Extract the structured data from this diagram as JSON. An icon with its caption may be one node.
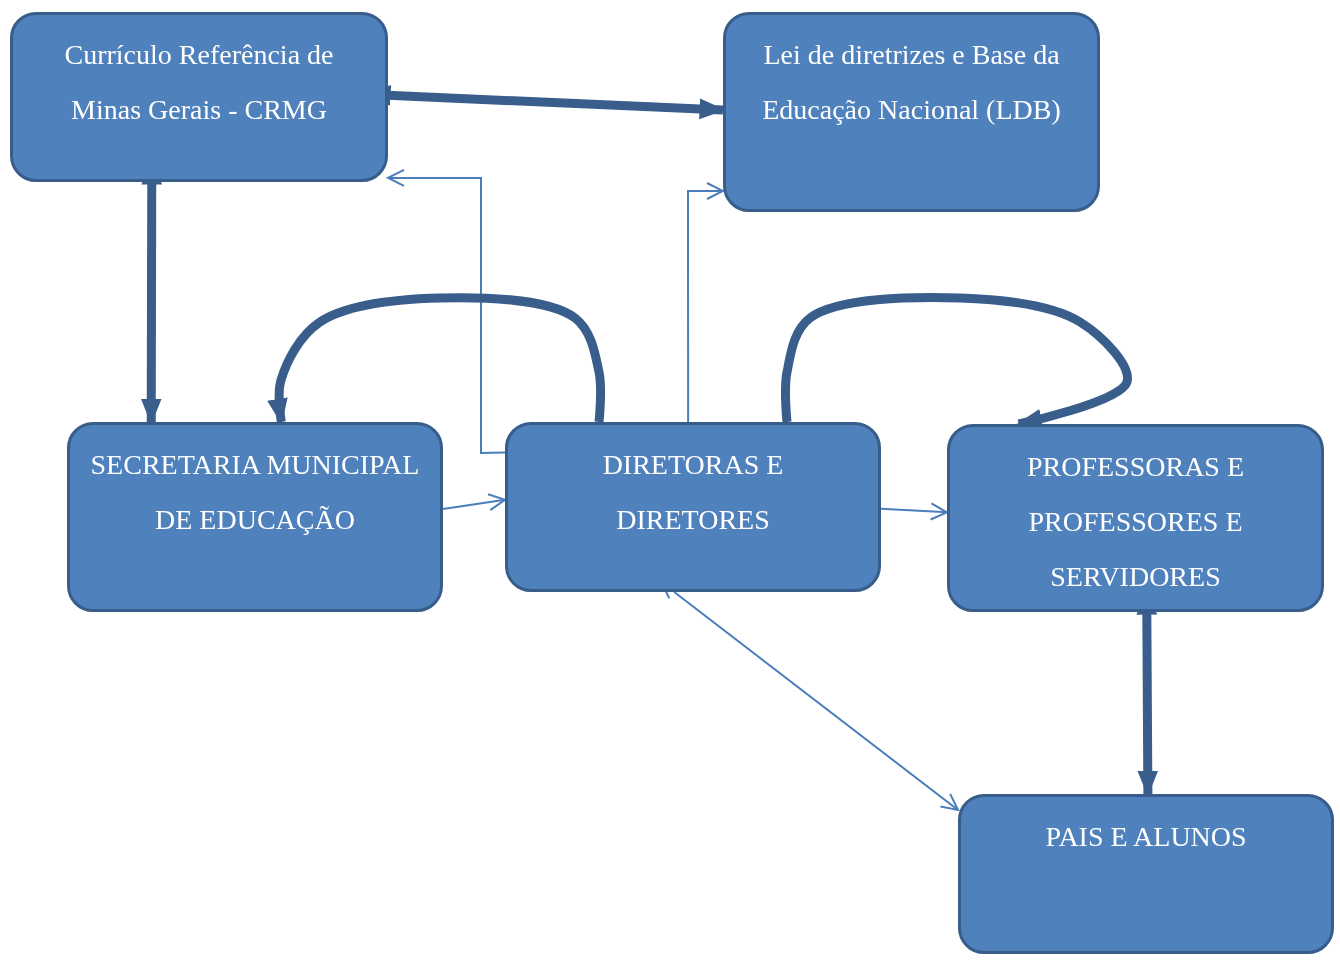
{
  "diagram": {
    "nodes": [
      {
        "text": [
          "Currículo Referência de Minas Gerais - CRMG"
        ]
      },
      {
        "text": [
          "Lei de diretrizes e Base da Educação Nacional (LDB)"
        ]
      },
      {
        "text": [
          "SECRETARIA MUNICIPAL DE EDUCAÇÃO"
        ]
      },
      {
        "text": [
          "DIRETORAS E DIRETORES"
        ]
      },
      {
        "text": [
          "PROFESSORAS E PROFESSORES E SERVIDORES"
        ]
      },
      {
        "text": [
          "PAIS E ALUNOS"
        ]
      }
    ],
    "edges": [
      {
        "from": 0,
        "to": 1,
        "arrow": "both",
        "style": "thick",
        "color": "#3a5e8c"
      },
      {
        "from": 0,
        "to": 2,
        "arrow": "both",
        "style": "thick",
        "color": "#3a5e8c"
      },
      {
        "from": 3,
        "to": 0,
        "arrow": "to"
      },
      {
        "from": 3,
        "to": 1,
        "arrow": "to"
      },
      {
        "from": 3,
        "to": 2,
        "arrow": "to",
        "style": "thick",
        "color": "#3a5e8c"
      },
      {
        "from": 3,
        "to": 4,
        "arrow": "to",
        "style": "thick",
        "color": "#3a5e8c"
      },
      {
        "from": 2,
        "to": 3,
        "arrow": "to"
      },
      {
        "from": 3,
        "to": 4,
        "arrow": "to"
      },
      {
        "from": 4,
        "to": 5,
        "arrow": "both",
        "style": "thick",
        "color": "#3a5e8c"
      },
      {
        "from": 3,
        "to": 5,
        "arrow": "both"
      }
    ]
  }
}
